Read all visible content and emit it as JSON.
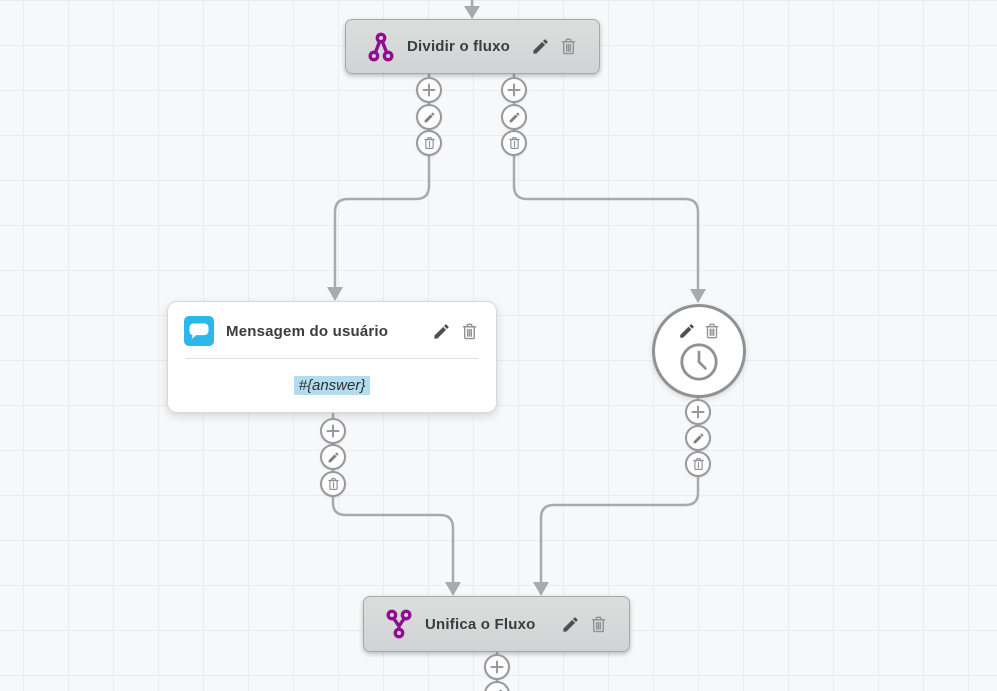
{
  "canvas": {
    "background_color": "#f7f8f9",
    "grid_line_color": "#e9ecf2",
    "connector_color": "#a8aaac"
  },
  "palette": {
    "node_gray_background": "#d8d9da",
    "node_gray_border": "#a6a8aa",
    "node_white_background": "#ffffff",
    "purple_accent": "#8e0e90",
    "blue_accent": "#2bb7ea",
    "variable_highlight": "#b2ddee",
    "title_text": "#3c3c3c",
    "port_icon_gray": "#97999c",
    "edit_icon_dark": "#4d5052",
    "trash_icon_gray": "#8f9295"
  },
  "nodes": {
    "split": {
      "title": "Dividir o fluxo",
      "icon": "split-branch-icon"
    },
    "user_message": {
      "title": "Mensagem do usuário",
      "icon": "chat-bubble-icon",
      "body_text": "#{answer}"
    },
    "timer": {
      "icon": "clock-icon"
    },
    "merge": {
      "title": "Unifica o Fluxo",
      "icon": "merge-branch-icon"
    }
  },
  "node_actions": [
    {
      "name": "edit",
      "icon": "pencil-icon"
    },
    {
      "name": "delete",
      "icon": "trash-icon"
    }
  ],
  "port_controls": [
    {
      "name": "add",
      "icon": "plus-icon"
    },
    {
      "name": "edit",
      "icon": "pencil-icon"
    },
    {
      "name": "delete",
      "icon": "trash-icon"
    }
  ]
}
